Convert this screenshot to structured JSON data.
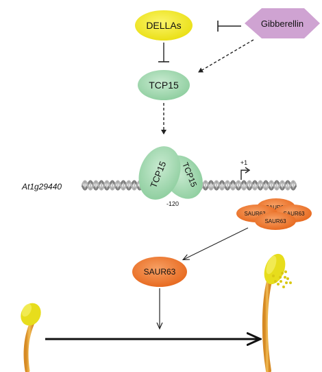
{
  "nodes": {
    "dellas": "DELLAs",
    "gibberellin": "Gibberellin",
    "tcp15": "TCP15",
    "tcp15_front": "TCP15",
    "tcp15_back": "TCP15",
    "saur63_cluster": [
      "SAUR63",
      "SAUR63",
      "SAUR63",
      "SAUR63"
    ],
    "saur63": "SAUR63"
  },
  "gene": {
    "name": "At1g29440",
    "position_label": "-120",
    "tss_label": "+1"
  },
  "colors": {
    "dellas_fill": "#f2ea1e",
    "gibberellin_fill": "#cfa3d2",
    "tcp15_fill": "#a9d9b4",
    "saur63_fill": "#ef7a2e",
    "dna": "#8f8f8f",
    "stamen_stalk": "#e8a83a",
    "anther": "#e7dd1c"
  }
}
